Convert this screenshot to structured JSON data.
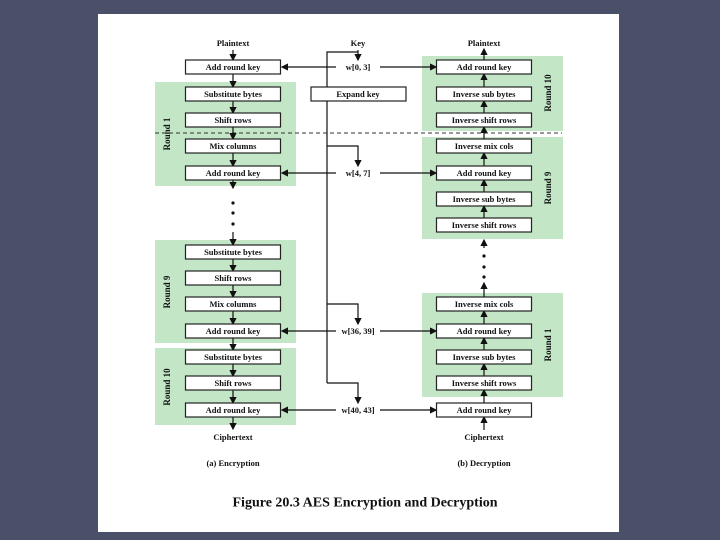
{
  "diagram": {
    "enc_input": "Plaintext",
    "enc_output": "Ciphertext",
    "dec_input": "Ciphertext",
    "dec_output": "Plaintext",
    "key_label": "Key",
    "expand_key": "Expand key",
    "encryption_steps": [
      "Add round key",
      "Substitute bytes",
      "Shift rows",
      "Mix columns",
      "Add round key",
      "Substitute bytes",
      "Shift rows",
      "Mix columns",
      "Add round key",
      "Substitute bytes",
      "Shift rows",
      "Add round key"
    ],
    "decryption_steps": [
      "Add round key",
      "Inverse sub bytes",
      "Inverse shift rows",
      "Inverse mix cols",
      "Add round key",
      "Inverse sub bytes",
      "Inverse shift rows",
      "Inverse mix cols",
      "Add round key",
      "Inverse sub bytes",
      "Inverse shift rows",
      "Add round key"
    ],
    "round_keys": [
      "w[0, 3]",
      "w[4, 7]",
      "w[36, 39]",
      "w[40, 43]"
    ],
    "enc_rounds": [
      "Round 1",
      "Round 9",
      "Round 10"
    ],
    "dec_rounds": [
      "Round 10",
      "Round 9",
      "Round 1"
    ],
    "enc_caption": "(a) Encryption",
    "dec_caption": "(b) Decryption"
  },
  "figure_title": "Figure 20.3 AES Encryption and Decryption",
  "colors": {
    "background": "#4b5069",
    "panel": "#c3e6c6",
    "page": "#ffffff"
  }
}
